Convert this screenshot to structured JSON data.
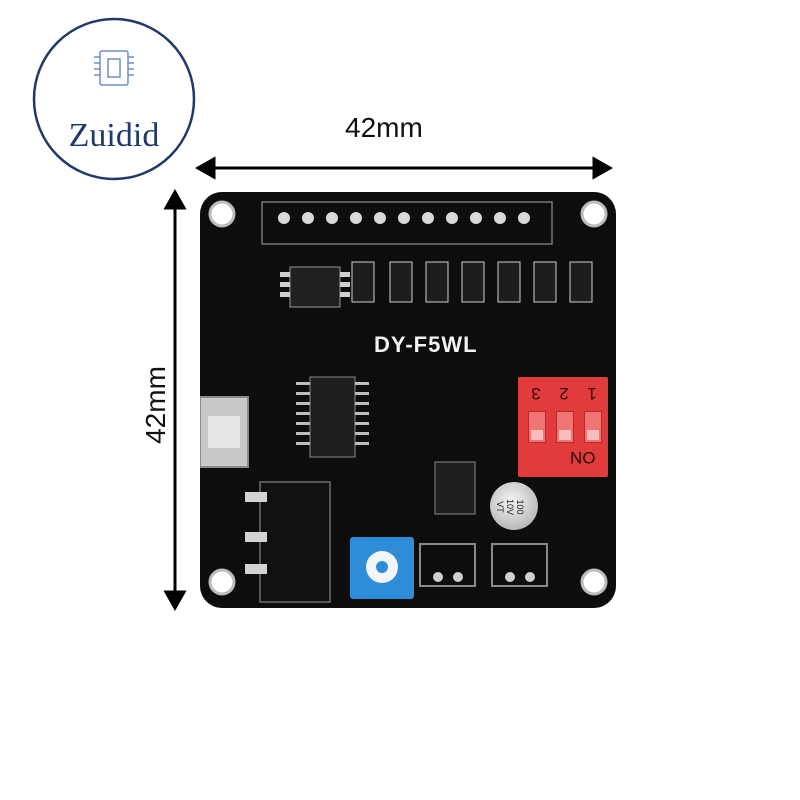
{
  "brand": {
    "name": "Zuidid"
  },
  "dimensions": {
    "width_label": "42mm",
    "height_label": "42mm"
  },
  "board": {
    "model": "DY-F5WL"
  },
  "dip_switch": {
    "numbers": [
      "3",
      "2",
      "1"
    ],
    "label": "ON"
  },
  "capacitor": {
    "line1": "100",
    "line2": "10V",
    "line3": "VT"
  },
  "colors": {
    "board": "#0d0d0d",
    "dip": "#e23b3b",
    "pot": "#2f8cd6",
    "logo": "#1f3a6b"
  }
}
